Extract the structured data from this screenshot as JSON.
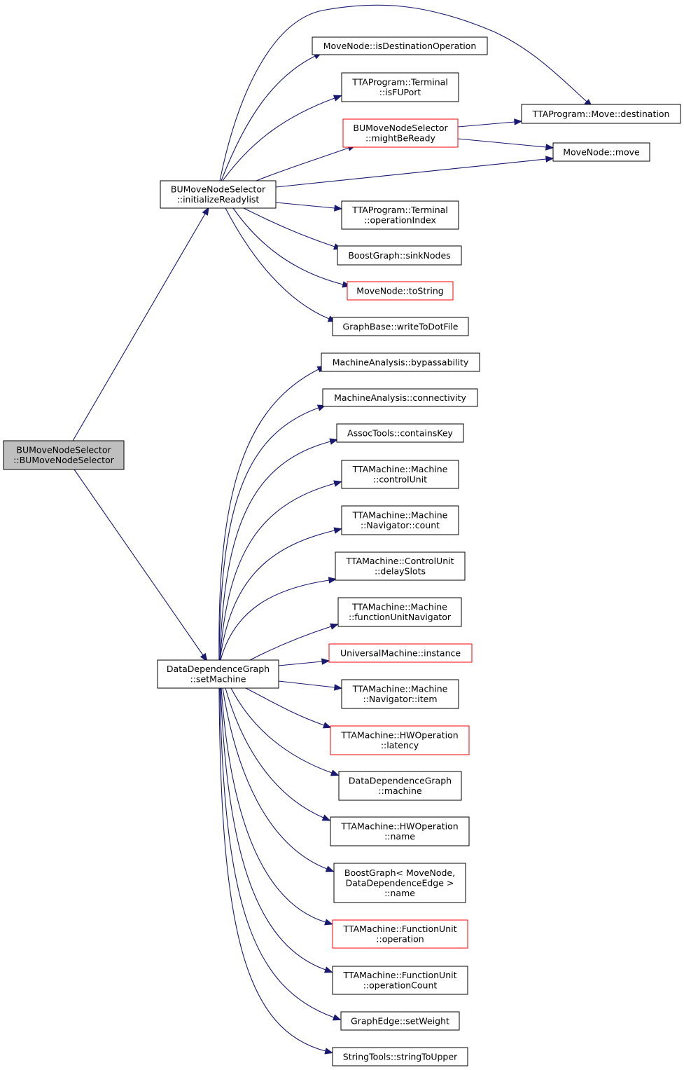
{
  "colors": {
    "edge": "#191970",
    "node_border": "#000000",
    "highlight_border": "#ff0000",
    "root_fill": "#bfbfbf"
  },
  "nodes": {
    "root": {
      "lines": [
        "BUMoveNodeSelector",
        "::BUMoveNodeSelector"
      ],
      "style": "root"
    },
    "initReady": {
      "lines": [
        "BUMoveNodeSelector",
        "::initializeReadylist"
      ]
    },
    "setMachine": {
      "lines": [
        "DataDependenceGraph",
        "::setMachine"
      ]
    },
    "isDestOp": {
      "lines": [
        "MoveNode::isDestinationOperation"
      ]
    },
    "isFUPort": {
      "lines": [
        "TTAProgram::Terminal",
        "::isFUPort"
      ]
    },
    "mightBeReady": {
      "lines": [
        "BUMoveNodeSelector",
        "::mightBeReady"
      ],
      "style": "red"
    },
    "destination": {
      "lines": [
        "TTAProgram::Move::destination"
      ]
    },
    "moveNodeMove": {
      "lines": [
        "MoveNode::move"
      ]
    },
    "opIndex": {
      "lines": [
        "TTAProgram::Terminal",
        "::operationIndex"
      ]
    },
    "sinkNodes": {
      "lines": [
        "BoostGraph::sinkNodes"
      ]
    },
    "toString": {
      "lines": [
        "MoveNode::toString"
      ],
      "style": "red"
    },
    "writeDot": {
      "lines": [
        "GraphBase::writeToDotFile"
      ]
    },
    "bypass": {
      "lines": [
        "MachineAnalysis::bypassability"
      ]
    },
    "connectivity": {
      "lines": [
        "MachineAnalysis::connectivity"
      ]
    },
    "containsKey": {
      "lines": [
        "AssocTools::containsKey"
      ]
    },
    "controlUnit": {
      "lines": [
        "TTAMachine::Machine",
        "::controlUnit"
      ]
    },
    "navCount": {
      "lines": [
        "TTAMachine::Machine",
        "::Navigator::count"
      ]
    },
    "delaySlots": {
      "lines": [
        "TTAMachine::ControlUnit",
        "::delaySlots"
      ]
    },
    "fuNav": {
      "lines": [
        "TTAMachine::Machine",
        "::functionUnitNavigator"
      ]
    },
    "umInstance": {
      "lines": [
        "UniversalMachine::instance"
      ],
      "style": "red"
    },
    "navItem": {
      "lines": [
        "TTAMachine::Machine",
        "::Navigator::item"
      ]
    },
    "latency": {
      "lines": [
        "TTAMachine::HWOperation",
        "::latency"
      ],
      "style": "red"
    },
    "ddgMachine": {
      "lines": [
        "DataDependenceGraph",
        "::machine"
      ]
    },
    "hwName": {
      "lines": [
        "TTAMachine::HWOperation",
        "::name"
      ]
    },
    "bgName": {
      "lines": [
        "BoostGraph< MoveNode,",
        "DataDependenceEdge >",
        "::name"
      ]
    },
    "fuOperation": {
      "lines": [
        "TTAMachine::FunctionUnit",
        "::operation"
      ],
      "style": "red"
    },
    "fuOpCount": {
      "lines": [
        "TTAMachine::FunctionUnit",
        "::operationCount"
      ]
    },
    "setWeight": {
      "lines": [
        "GraphEdge::setWeight"
      ]
    },
    "stringToUpper": {
      "lines": [
        "StringTools::stringToUpper"
      ]
    }
  },
  "edges": [
    [
      "root",
      "initReady"
    ],
    [
      "root",
      "setMachine"
    ],
    [
      "initReady",
      "isDestOp"
    ],
    [
      "initReady",
      "isFUPort"
    ],
    [
      "initReady",
      "mightBeReady"
    ],
    [
      "initReady",
      "destination"
    ],
    [
      "initReady",
      "moveNodeMove"
    ],
    [
      "initReady",
      "opIndex"
    ],
    [
      "initReady",
      "sinkNodes"
    ],
    [
      "initReady",
      "toString"
    ],
    [
      "initReady",
      "writeDot"
    ],
    [
      "mightBeReady",
      "destination"
    ],
    [
      "mightBeReady",
      "moveNodeMove"
    ],
    [
      "setMachine",
      "bypass"
    ],
    [
      "setMachine",
      "connectivity"
    ],
    [
      "setMachine",
      "containsKey"
    ],
    [
      "setMachine",
      "controlUnit"
    ],
    [
      "setMachine",
      "navCount"
    ],
    [
      "setMachine",
      "delaySlots"
    ],
    [
      "setMachine",
      "fuNav"
    ],
    [
      "setMachine",
      "umInstance"
    ],
    [
      "setMachine",
      "navItem"
    ],
    [
      "setMachine",
      "latency"
    ],
    [
      "setMachine",
      "ddgMachine"
    ],
    [
      "setMachine",
      "hwName"
    ],
    [
      "setMachine",
      "bgName"
    ],
    [
      "setMachine",
      "fuOperation"
    ],
    [
      "setMachine",
      "fuOpCount"
    ],
    [
      "setMachine",
      "setWeight"
    ],
    [
      "setMachine",
      "stringToUpper"
    ]
  ]
}
